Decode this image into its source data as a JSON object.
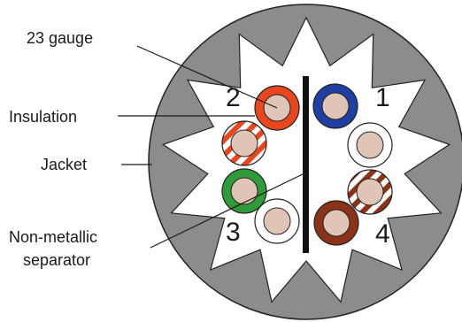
{
  "labels": {
    "gauge": "23 gauge",
    "insulation": "Insulation",
    "jacket": "Jacket",
    "separator_line1": "Non-metallic",
    "separator_line2": "separator"
  },
  "pair_numbers": {
    "pair1": "1",
    "pair2": "2",
    "pair3": "3",
    "pair4": "4"
  },
  "colors": {
    "jacket": "#8c8c8c",
    "star_fill": "#ffffff",
    "copper": "#e0c4b6",
    "separator": "#111111",
    "pair1": "#1f3fa3",
    "pair2": "#e8461f",
    "pair3": "#2e9a3a",
    "pair4": "#8a3318"
  }
}
